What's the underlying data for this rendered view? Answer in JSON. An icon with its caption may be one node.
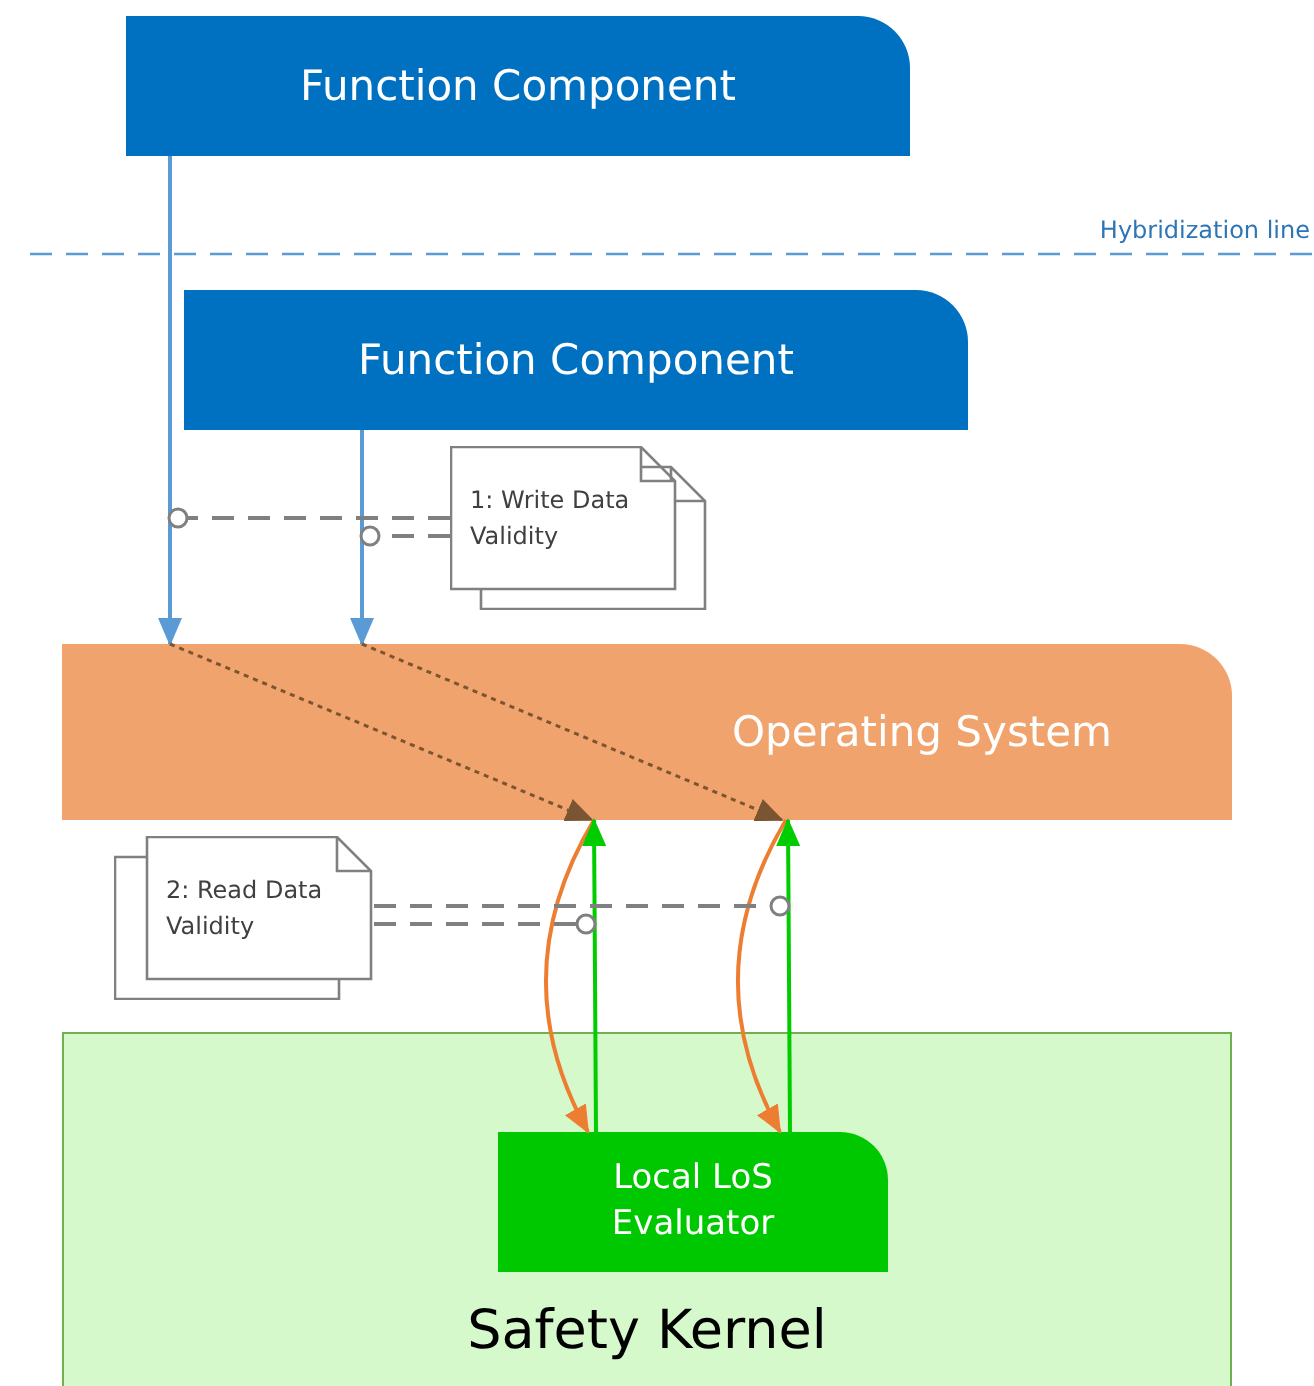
{
  "diagram": {
    "nodes": [
      {
        "text": [
          "Function Component"
        ]
      },
      {
        "text": [
          "Function Component"
        ]
      },
      {
        "text": [
          "Operating System"
        ]
      },
      {
        "text": [
          "Safety Kernel"
        ]
      },
      {
        "text": [
          "Local LoS Evaluator"
        ],
        "in": 3
      },
      {
        "text": [
          "1: Write Data Validity"
        ]
      },
      {
        "text": [
          "2: Read Data Validity"
        ]
      }
    ],
    "edges": [
      {
        "from": 0,
        "to": 2,
        "arrow": "to",
        "color": "#5b9bd5"
      },
      {
        "from": 1,
        "to": 2,
        "arrow": "to",
        "color": "#5b9bd5"
      },
      {
        "from": 2,
        "to": 2,
        "arrow": "to",
        "style": "dashed",
        "color": "#7b5431"
      },
      {
        "from": 2,
        "to": 2,
        "arrow": "to",
        "style": "dashed",
        "color": "#7b5431"
      },
      {
        "from": 2,
        "to": 4,
        "arrow": "to",
        "color": "#ed7d31"
      },
      {
        "from": 4,
        "to": 2,
        "arrow": "to",
        "color": "#00cc00"
      },
      {
        "from": 2,
        "to": 4,
        "arrow": "to",
        "color": "#ed7d31"
      },
      {
        "from": 4,
        "to": 2,
        "arrow": "to",
        "color": "#00cc00"
      },
      {
        "from": 5,
        "to": null,
        "arrow": "other",
        "style": "dashed"
      },
      {
        "from": 5,
        "to": null,
        "arrow": "other",
        "style": "dashed"
      },
      {
        "from": 6,
        "to": null,
        "arrow": "other",
        "style": "dashed"
      },
      {
        "from": 6,
        "to": null,
        "arrow": "other",
        "style": "dashed"
      }
    ],
    "labels": [
      "Hybridization line"
    ]
  }
}
